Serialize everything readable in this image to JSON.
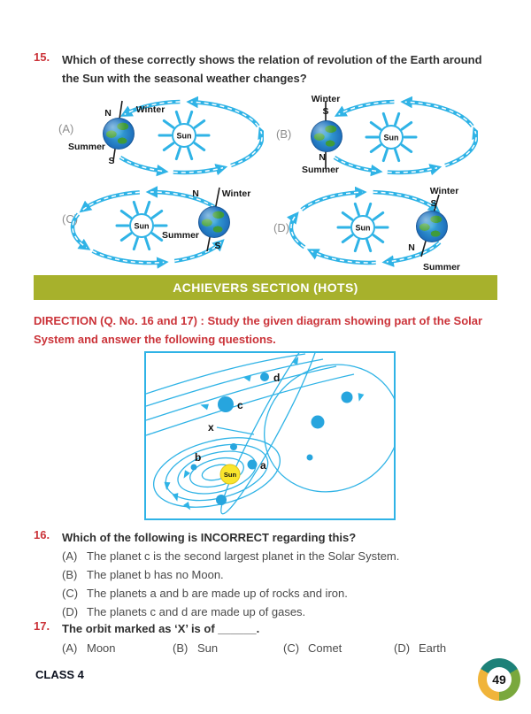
{
  "q15": {
    "number": "15.",
    "text": "Which of these correctly shows the relation of revolution of the Earth around the Sun with the seasonal weather changes?",
    "sun_label": "Sun",
    "options": {
      "a": {
        "label": "(A)",
        "pole_top": "N",
        "season_top": "Winter",
        "season_bottom": "Summer",
        "pole_bottom": "S"
      },
      "b": {
        "label": "(B)",
        "season_top": "Winter",
        "pole_top": "S",
        "pole_bottom": "N",
        "season_bottom": "Summer"
      },
      "c": {
        "label": "(C)",
        "pole_top": "N",
        "season_top": "Winter",
        "season_bottom": "Summer",
        "pole_bottom": "S"
      },
      "d": {
        "label": "(D)",
        "season_top": "Winter",
        "pole_top": "S",
        "pole_bottom": "N",
        "season_bottom": "Summer"
      }
    }
  },
  "achievers_banner": {
    "title": "ACHIEVERS SECTION (HOTS)"
  },
  "direction": {
    "text": "DIRECTION (Q. No. 16 and 17) : Study the given diagram showing part of the Solar System and answer the following questions."
  },
  "solar_diagram": {
    "sun_label": "Sun",
    "planet_a": "a",
    "planet_b": "b",
    "planet_c": "c",
    "planet_d": "d",
    "orbit_x": "x"
  },
  "q16": {
    "number": "16.",
    "text": "Which of the following is INCORRECT regarding this?",
    "options": [
      {
        "label": "(A)",
        "text": "The planet c is the second largest planet in the Solar System."
      },
      {
        "label": "(B)",
        "text": "The planet b has no Moon."
      },
      {
        "label": "(C)",
        "text": "The planets a and b are made up of rocks and iron."
      },
      {
        "label": "(D)",
        "text": "The planets c and d are made up of gases."
      }
    ]
  },
  "q17": {
    "number": "17.",
    "text": "The orbit marked as ‘X’ is of ______.",
    "options": [
      {
        "label": "(A)",
        "text": "Moon"
      },
      {
        "label": "(B)",
        "text": "Sun"
      },
      {
        "label": "(C)",
        "text": "Comet"
      },
      {
        "label": "(D)",
        "text": "Earth"
      }
    ]
  },
  "footer": {
    "class_label": "CLASS 4",
    "page_number": "49"
  },
  "colors": {
    "accent_cyan": "#2fb3e6",
    "banner_green": "#a7b12c",
    "heading_red": "#cb3339",
    "sun_yellow": "#f9e52c"
  }
}
